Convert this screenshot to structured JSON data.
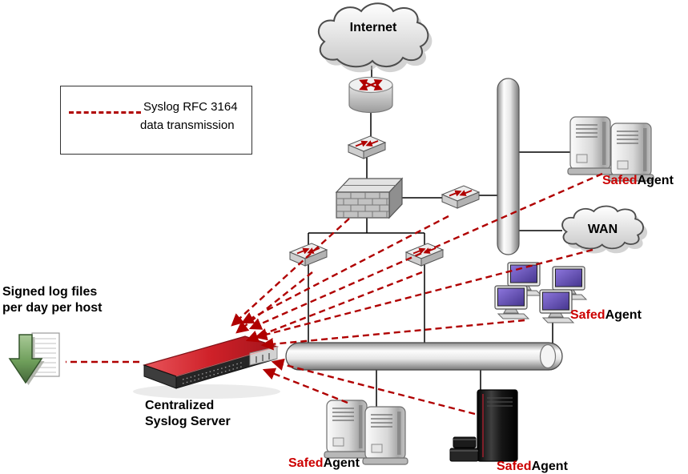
{
  "legend": {
    "line1": "Syslog RFC 3164",
    "line2": "data transmission"
  },
  "labels": {
    "internet": "Internet",
    "wan": "WAN",
    "signed_log_line1": "Signed log files",
    "signed_log_line2": "per day per host",
    "syslog_line1": "Centralized",
    "syslog_line2": "Syslog Server"
  },
  "agent_label": {
    "safed": "Safed",
    "agent": "Agent"
  },
  "colors": {
    "syslog_arrow_red": "#b00000",
    "safed_red": "#cc0000",
    "rack_server_red": "#cf2129",
    "monitor_screen_purple": "#6a52c4",
    "link_black": "#000000",
    "background": "#ffffff"
  },
  "icons": {
    "internet_cloud": "cloud",
    "wan_cloud": "cloud",
    "router": "cylinder-with-cross-arrows",
    "switch": "3d-box-with-red-arrows",
    "firewall": "brick-wall-3d-box",
    "backbone": "gray-pipe",
    "safed_agent_server": "tower-server",
    "workstations": "monitor-cluster",
    "syslog_server": "red-1u-rack-server",
    "signed_log_files": "green-download-arrow-with-document",
    "datacenter_server": "black-tower-server"
  }
}
